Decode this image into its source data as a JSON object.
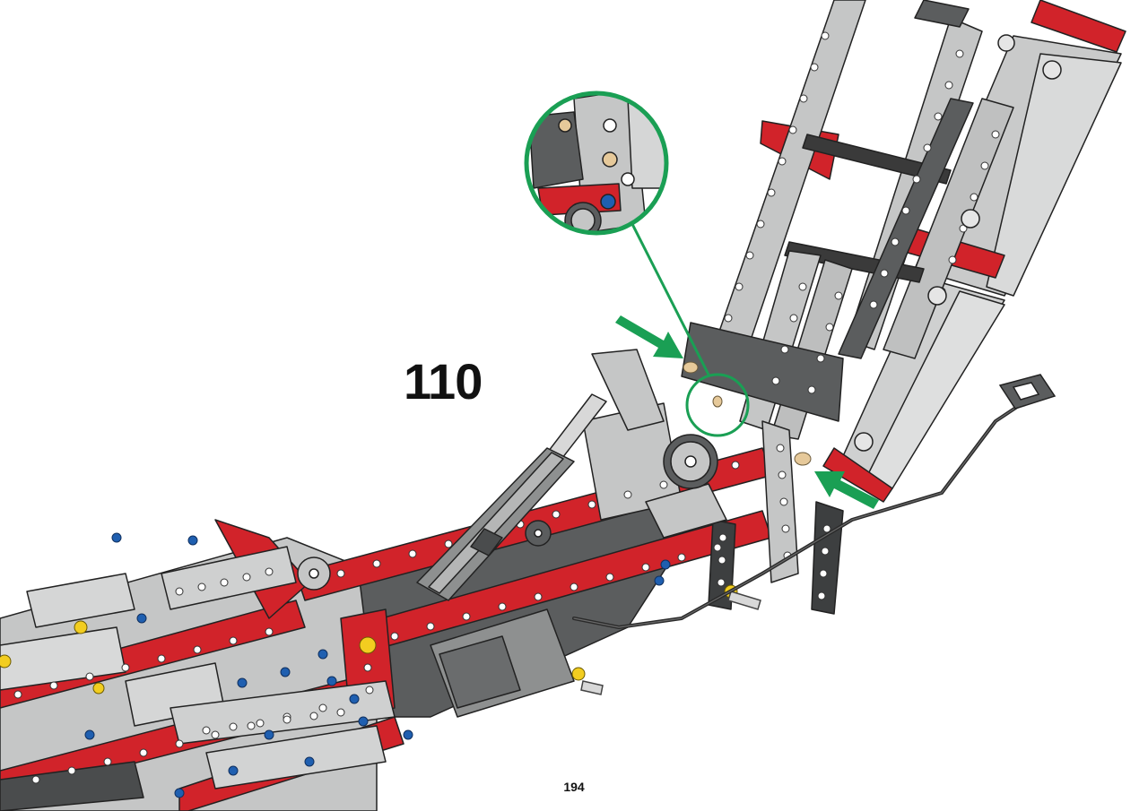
{
  "instruction": {
    "step_number": "110",
    "page_number": "194"
  },
  "colors": {
    "technic_red": "#d1232a",
    "light_bluish_gray": "#c5c6c6",
    "dark_bluish_gray": "#5b5d5e",
    "black": "#2a2a2a",
    "pin_blue": "#1f5fb0",
    "axle_yellow": "#f2cd20",
    "bush_tan": "#e6c99a",
    "callout_green": "#1a9f54"
  },
  "illustration": {
    "callout": "zoom-callout-circle",
    "arrows": [
      "green-arrow-icon",
      "green-arrow-icon"
    ],
    "parts": [
      "linear-actuator",
      "motor",
      "gear",
      "beam",
      "pin",
      "cable",
      "connector"
    ]
  }
}
